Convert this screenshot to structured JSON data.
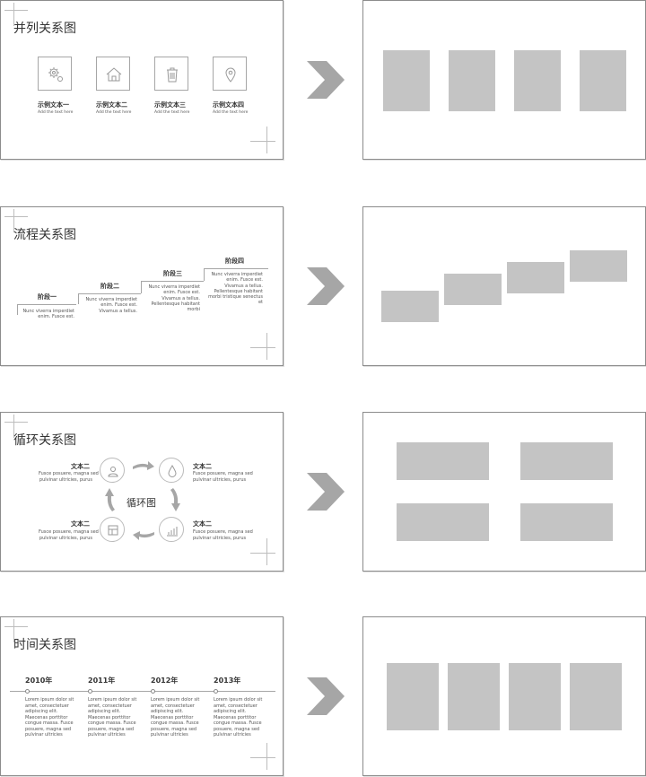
{
  "slides": {
    "parallel": {
      "title": "并列关系图",
      "items": [
        {
          "icon": "gear-icon",
          "label": "示例文本一",
          "sub": "Add the text here"
        },
        {
          "icon": "home-icon",
          "label": "示例文本二",
          "sub": "Add the text here"
        },
        {
          "icon": "trash-icon",
          "label": "示例文本三",
          "sub": "Add the text here"
        },
        {
          "icon": "location-pin-icon",
          "label": "示例文本四",
          "sub": "Add the text here"
        }
      ]
    },
    "process": {
      "title": "流程关系图",
      "stages": [
        {
          "label": "阶段一",
          "text": "Nunc viverra imperdiet enim. Fusce est."
        },
        {
          "label": "阶段二",
          "text": "Nunc viverra imperdiet enim. Fusce est. Vivamus a tellus."
        },
        {
          "label": "阶段三",
          "text": "Nunc viverra imperdiet enim. Fusce est. Vivamus a tellus. Pellentesque habitant morbi"
        },
        {
          "label": "阶段四",
          "text": "Nunc viverra imperdiet enim. Fusce est. Vivamus a tellus. Pellentesque habitant morbi tristique senectus et"
        }
      ]
    },
    "cycle": {
      "title": "循环关系图",
      "center": "循环图",
      "items": [
        {
          "heading": "文本二",
          "line1": "Fusce posuere, magna sed",
          "line2": "pulvinar ultricies, purus"
        },
        {
          "heading": "文本二",
          "line1": "Fusce posuere, magna sed",
          "line2": "pulvinar ultricies, purus"
        },
        {
          "heading": "文本二",
          "line1": "Fusce posuere, magna sed",
          "line2": "pulvinar ultricies, purus"
        },
        {
          "heading": "文本二",
          "line1": "Fusce posuere, magna sed",
          "line2": "pulvinar ultricies, purus"
        }
      ]
    },
    "timeline": {
      "title": "时间关系图",
      "years": [
        {
          "year": "2010年",
          "text": "Lorem ipsum dolor sit amet, consectetuer adipiscing elit. Maecenas porttitor congue massa. Fusce posuere, magna sed pulvinar ultricies"
        },
        {
          "year": "2011年",
          "text": "Lorem ipsum dolor sit amet, consectetuer adipiscing elit. Maecenas porttitor congue massa. Fusce posuere, magna sed pulvinar ultricies"
        },
        {
          "year": "2012年",
          "text": "Lorem ipsum dolor sit amet, consectetuer adipiscing elit. Maecenas porttitor congue massa. Fusce posuere, magna sed pulvinar ultricies"
        },
        {
          "year": "2013年",
          "text": "Lorem ipsum dolor sit amet, consectetuer adipiscing elit. Maecenas porttitor congue massa. Fusce posuere, magna sed pulvinar ultricies"
        }
      ]
    }
  },
  "colors": {
    "placeholder": "#c4c4c4",
    "arrow": "#a6a6a6",
    "border": "#8c8c8c",
    "line": "#a6a6a6"
  }
}
